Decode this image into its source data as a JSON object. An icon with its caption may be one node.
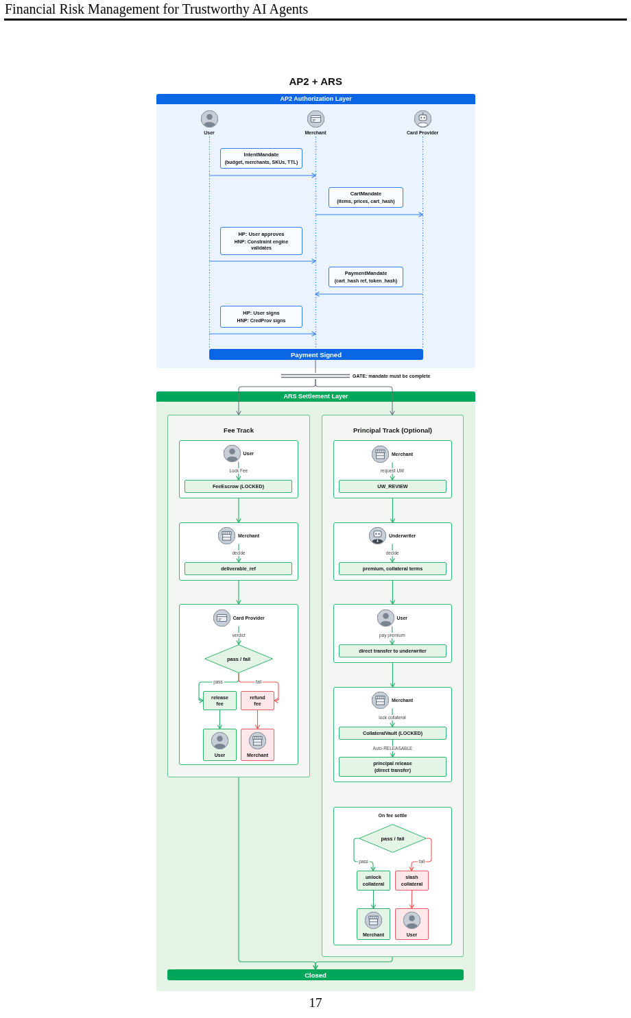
{
  "diagram": {
    "title": "AP2 + ARS",
    "nodes": [
      {
        "text": [
          "AP2 Authorization Layer"
        ]
      },
      {
        "text": [
          "User"
        ],
        "in": 0
      },
      {
        "text": [
          "Merchant"
        ],
        "in": 0
      },
      {
        "text": [
          "Card Provider"
        ],
        "in": 0
      },
      {
        "text": [
          "IntentMandate",
          "(budget, merchants, SKUs, TTL)"
        ],
        "in": 0
      },
      {
        "text": [
          "CartMandate",
          "(items, prices, cart_hash)"
        ],
        "in": 0
      },
      {
        "text": [
          "HP: User approves",
          "HNP: Constraint engine validates"
        ],
        "in": 0
      },
      {
        "text": [
          "PaymentMandate",
          "(cart_hash ref, token_hash)"
        ],
        "in": 0
      },
      {
        "text": [
          "HP: User signs",
          "HNP: CredProv signs"
        ],
        "in": 0
      },
      {
        "text": [
          "Payment Signed"
        ],
        "in": 0
      },
      {
        "text": [
          "GATE: mandate must be complete"
        ]
      },
      {
        "text": [
          "ARS Settlement Layer"
        ]
      },
      {
        "text": [
          "Fee Track"
        ],
        "in": 11
      },
      {
        "text": [],
        "shape": "box",
        "in": 12
      },
      {
        "text": [
          "User"
        ],
        "in": 13
      },
      {
        "text": [
          "FeeEscrow (LOCKED)"
        ],
        "in": 13
      },
      {
        "text": [],
        "shape": "box",
        "in": 12
      },
      {
        "text": [
          "Merchant"
        ],
        "in": 16
      },
      {
        "text": [
          "deliverable_ref"
        ],
        "in": 16
      },
      {
        "text": [],
        "shape": "box",
        "in": 12
      },
      {
        "text": [
          "Card Provider"
        ],
        "in": 19
      },
      {
        "text": [
          "pass / fail"
        ],
        "in": 19
      },
      {
        "text": [
          "release fee"
        ],
        "in": 19
      },
      {
        "text": [
          "refund fee"
        ],
        "in": 19
      },
      {
        "text": [
          "User"
        ],
        "in": 19
      },
      {
        "text": [
          "Merchant"
        ],
        "in": 19
      },
      {
        "text": [
          "Principal Track (Optional)"
        ],
        "in": 11
      },
      {
        "text": [],
        "shape": "box",
        "in": 26
      },
      {
        "text": [
          "Merchant"
        ],
        "in": 27
      },
      {
        "text": [
          "UW_REVIEW"
        ],
        "in": 27
      },
      {
        "text": [],
        "shape": "box",
        "in": 26
      },
      {
        "text": [
          "Underwriter"
        ],
        "in": 30
      },
      {
        "text": [
          "premium, collateral terms"
        ],
        "in": 30
      },
      {
        "text": [],
        "shape": "box",
        "in": 26
      },
      {
        "text": [
          "User"
        ],
        "in": 33
      },
      {
        "text": [
          "direct transfer to underwriter"
        ],
        "in": 33
      },
      {
        "text": [],
        "shape": "box",
        "in": 26
      },
      {
        "text": [
          "Merchant"
        ],
        "in": 36
      },
      {
        "text": [
          "CollateralVault (LOCKED)"
        ],
        "in": 36
      },
      {
        "text": [
          "principal release (direct transfer)"
        ],
        "in": 36
      },
      {
        "text": [
          "On fee settle"
        ],
        "in": 26
      },
      {
        "text": [
          "pass / fail"
        ],
        "in": 40
      },
      {
        "text": [
          "unlock collateral"
        ],
        "in": 40
      },
      {
        "text": [
          "slash collateral"
        ],
        "in": 40
      },
      {
        "text": [
          "Merchant"
        ],
        "in": 40
      },
      {
        "text": [
          "User"
        ],
        "in": 40
      },
      {
        "text": [
          "Closed"
        ],
        "in": 11
      }
    ],
    "edges": [
      {
        "from": 1,
        "to": 2,
        "arrow": "to",
        "color": "#2f7ff0"
      },
      {
        "from": 2,
        "to": 3,
        "arrow": "to",
        "color": "#2f7ff0"
      },
      {
        "from": 1,
        "to": 2,
        "arrow": "to",
        "color": "#2f7ff0"
      },
      {
        "from": 3,
        "to": 2,
        "arrow": "to",
        "color": "#2f7ff0"
      },
      {
        "from": 1,
        "to": 2,
        "arrow": "to",
        "color": "#2f7ff0"
      },
      {
        "from": 9,
        "to": 10,
        "arrow": "none",
        "color": "#6b7280"
      },
      {
        "from": 10,
        "to": 12,
        "arrow": "to",
        "color": "#6b7280"
      },
      {
        "from": 10,
        "to": 26,
        "arrow": "to",
        "color": "#6b7280"
      },
      {
        "from": 14,
        "to": 15,
        "label": "Lock Fee",
        "arrow": "to"
      },
      {
        "from": 13,
        "to": 16,
        "arrow": "to"
      },
      {
        "from": 17,
        "to": 18,
        "label": "decide",
        "arrow": "to"
      },
      {
        "from": 16,
        "to": 19,
        "arrow": "to"
      },
      {
        "from": 20,
        "to": 21,
        "label": "verdict",
        "arrow": "to"
      },
      {
        "from": 21,
        "to": 22,
        "label": "pass",
        "arrow": "to"
      },
      {
        "from": 21,
        "to": 23,
        "label": "fail",
        "arrow": "to",
        "color": "#ef5350"
      },
      {
        "from": 22,
        "to": 24,
        "arrow": "to"
      },
      {
        "from": 23,
        "to": 25,
        "arrow": "to",
        "color": "#ef5350"
      },
      {
        "from": 28,
        "to": 29,
        "label": "request UW",
        "arrow": "to"
      },
      {
        "from": 27,
        "to": 30,
        "arrow": "to"
      },
      {
        "from": 31,
        "to": 32,
        "label": "decide",
        "arrow": "to"
      },
      {
        "from": 30,
        "to": 33,
        "arrow": "to"
      },
      {
        "from": 34,
        "to": 35,
        "label": "pay premium",
        "arrow": "to"
      },
      {
        "from": 33,
        "to": 36,
        "arrow": "to"
      },
      {
        "from": 37,
        "to": 38,
        "label": "lock collateral",
        "arrow": "to"
      },
      {
        "from": 38,
        "to": 39,
        "label": "Auto-RELEASABLE",
        "arrow": "to"
      },
      {
        "from": 41,
        "to": 42,
        "label": "pass",
        "arrow": "to"
      },
      {
        "from": 41,
        "to": 43,
        "label": "fail",
        "arrow": "to",
        "color": "#ef5350"
      },
      {
        "from": 42,
        "to": 44,
        "arrow": "to"
      },
      {
        "from": 43,
        "to": 45,
        "arrow": "to",
        "color": "#ef5350"
      },
      {
        "from": 12,
        "to": 46,
        "arrow": "to"
      },
      {
        "from": 26,
        "to": 46,
        "arrow": "to"
      }
    ],
    "labels": [
      "Financial Risk Management for Trustworthy AI Agents",
      "17"
    ]
  }
}
